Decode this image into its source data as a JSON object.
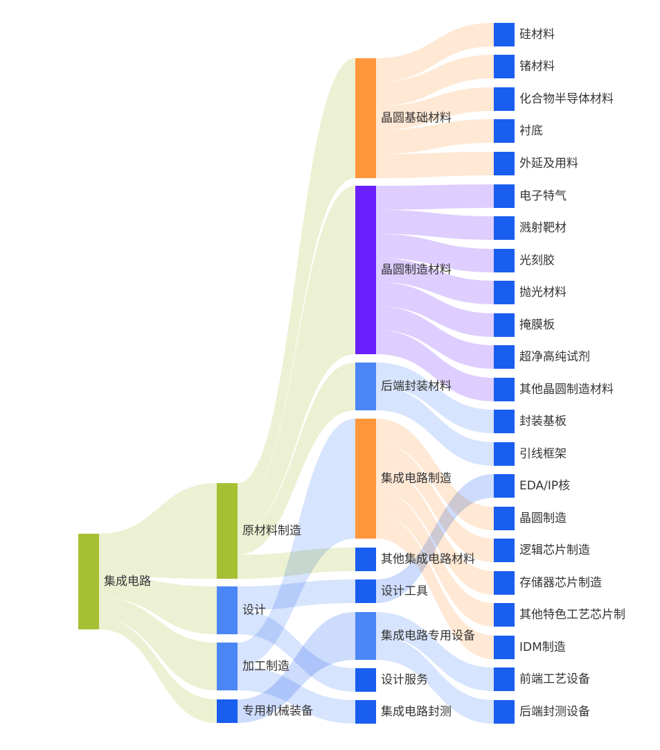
{
  "chart_data": {
    "type": "sankey",
    "title": "",
    "nodes": [
      {
        "id": "n0",
        "name": "集成电路",
        "color": "#a6c034"
      },
      {
        "id": "n1",
        "name": "原材料制造",
        "color": "#a6c034"
      },
      {
        "id": "n2",
        "name": "设计",
        "color": "#4a86f5"
      },
      {
        "id": "n3",
        "name": "加工制造",
        "color": "#4a86f5"
      },
      {
        "id": "n4",
        "name": "专用机械装备",
        "color": "#1a5ef0"
      },
      {
        "id": "n5",
        "name": "晶圆基础材料",
        "color": "#ff963c"
      },
      {
        "id": "n6",
        "name": "晶圆制造材料",
        "color": "#6a1fff"
      },
      {
        "id": "n7",
        "name": "后端封装材料",
        "color": "#4a86f5"
      },
      {
        "id": "n8",
        "name": "集成电路制造",
        "color": "#ff963c"
      },
      {
        "id": "n9",
        "name": "其他集成电路材料",
        "color": "#1a5ef0"
      },
      {
        "id": "n10",
        "name": "设计工具",
        "color": "#1a5ef0"
      },
      {
        "id": "n11",
        "name": "集成电路专用设备",
        "color": "#4a86f5"
      },
      {
        "id": "n12",
        "name": "设计服务",
        "color": "#1a5ef0"
      },
      {
        "id": "n13",
        "name": "集成电路封测",
        "color": "#1a5ef0"
      },
      {
        "id": "n14",
        "name": "硅材料",
        "color": "#1a5ef0"
      },
      {
        "id": "n15",
        "name": "锗材料",
        "color": "#1a5ef0"
      },
      {
        "id": "n16",
        "name": "化合物半导体材料",
        "color": "#1a5ef0"
      },
      {
        "id": "n17",
        "name": "衬底",
        "color": "#1a5ef0"
      },
      {
        "id": "n18",
        "name": "外延及用料",
        "color": "#1a5ef0"
      },
      {
        "id": "n19",
        "name": "电子特气",
        "color": "#1a5ef0"
      },
      {
        "id": "n20",
        "name": "溅射靶材",
        "color": "#1a5ef0"
      },
      {
        "id": "n21",
        "name": "光刻胶",
        "color": "#1a5ef0"
      },
      {
        "id": "n22",
        "name": "抛光材料",
        "color": "#1a5ef0"
      },
      {
        "id": "n23",
        "name": "掩膜板",
        "color": "#1a5ef0"
      },
      {
        "id": "n24",
        "name": "超净高纯试剂",
        "color": "#1a5ef0"
      },
      {
        "id": "n25",
        "name": "其他晶圆制造材料",
        "color": "#1a5ef0"
      },
      {
        "id": "n26",
        "name": "封装基板",
        "color": "#1a5ef0"
      },
      {
        "id": "n27",
        "name": "引线框架",
        "color": "#1a5ef0"
      },
      {
        "id": "n28",
        "name": "EDA/IP核",
        "color": "#1a5ef0"
      },
      {
        "id": "n29",
        "name": "晶圆制造",
        "color": "#1a5ef0"
      },
      {
        "id": "n30",
        "name": "逻辑芯片制造",
        "color": "#1a5ef0"
      },
      {
        "id": "n31",
        "name": "存储器芯片制造",
        "color": "#1a5ef0"
      },
      {
        "id": "n32",
        "name": "其他特色工艺芯片制",
        "color": "#1a5ef0"
      },
      {
        "id": "n33",
        "name": "IDM制造",
        "color": "#1a5ef0"
      },
      {
        "id": "n34",
        "name": "前端工艺设备",
        "color": "#1a5ef0"
      },
      {
        "id": "n35",
        "name": "后端封测设备",
        "color": "#1a5ef0"
      }
    ],
    "links": [
      {
        "source": "n0",
        "target": "n1",
        "value": 4
      },
      {
        "source": "n0",
        "target": "n2",
        "value": 2
      },
      {
        "source": "n0",
        "target": "n3",
        "value": 2
      },
      {
        "source": "n0",
        "target": "n4",
        "value": 1
      },
      {
        "source": "n1",
        "target": "n5",
        "value": 1
      },
      {
        "source": "n1",
        "target": "n6",
        "value": 1
      },
      {
        "source": "n1",
        "target": "n7",
        "value": 1
      },
      {
        "source": "n1",
        "target": "n9",
        "value": 1
      },
      {
        "source": "n2",
        "target": "n10",
        "value": 1
      },
      {
        "source": "n2",
        "target": "n12",
        "value": 1
      },
      {
        "source": "n3",
        "target": "n8",
        "value": 1
      },
      {
        "source": "n3",
        "target": "n13",
        "value": 1
      },
      {
        "source": "n4",
        "target": "n11",
        "value": 1
      },
      {
        "source": "n5",
        "target": "n14",
        "value": 1
      },
      {
        "source": "n5",
        "target": "n15",
        "value": 1
      },
      {
        "source": "n5",
        "target": "n16",
        "value": 1
      },
      {
        "source": "n5",
        "target": "n17",
        "value": 1
      },
      {
        "source": "n5",
        "target": "n18",
        "value": 1
      },
      {
        "source": "n6",
        "target": "n19",
        "value": 1
      },
      {
        "source": "n6",
        "target": "n20",
        "value": 1
      },
      {
        "source": "n6",
        "target": "n21",
        "value": 1
      },
      {
        "source": "n6",
        "target": "n22",
        "value": 1
      },
      {
        "source": "n6",
        "target": "n23",
        "value": 1
      },
      {
        "source": "n6",
        "target": "n24",
        "value": 1
      },
      {
        "source": "n6",
        "target": "n25",
        "value": 1
      },
      {
        "source": "n7",
        "target": "n26",
        "value": 1
      },
      {
        "source": "n7",
        "target": "n27",
        "value": 1
      },
      {
        "source": "n8",
        "target": "n29",
        "value": 1
      },
      {
        "source": "n8",
        "target": "n30",
        "value": 1
      },
      {
        "source": "n8",
        "target": "n31",
        "value": 1
      },
      {
        "source": "n8",
        "target": "n32",
        "value": 1
      },
      {
        "source": "n8",
        "target": "n33",
        "value": 1
      },
      {
        "source": "n10",
        "target": "n28",
        "value": 1
      },
      {
        "source": "n11",
        "target": "n34",
        "value": 1
      },
      {
        "source": "n11",
        "target": "n35",
        "value": 1
      }
    ]
  }
}
